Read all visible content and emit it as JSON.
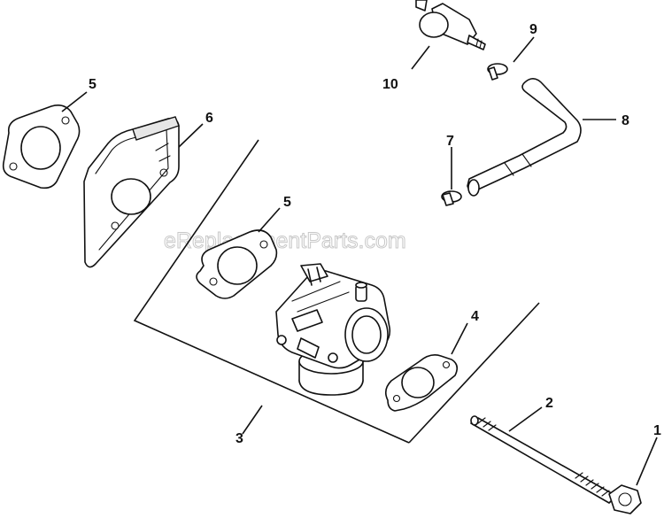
{
  "watermark": "eReplacementParts.com",
  "callouts": {
    "c1": "1",
    "c2": "2",
    "c3": "3",
    "c4": "4",
    "c5a": "5",
    "c5b": "5",
    "c6": "6",
    "c7": "7",
    "c8": "8",
    "c9": "9",
    "c10": "10"
  }
}
